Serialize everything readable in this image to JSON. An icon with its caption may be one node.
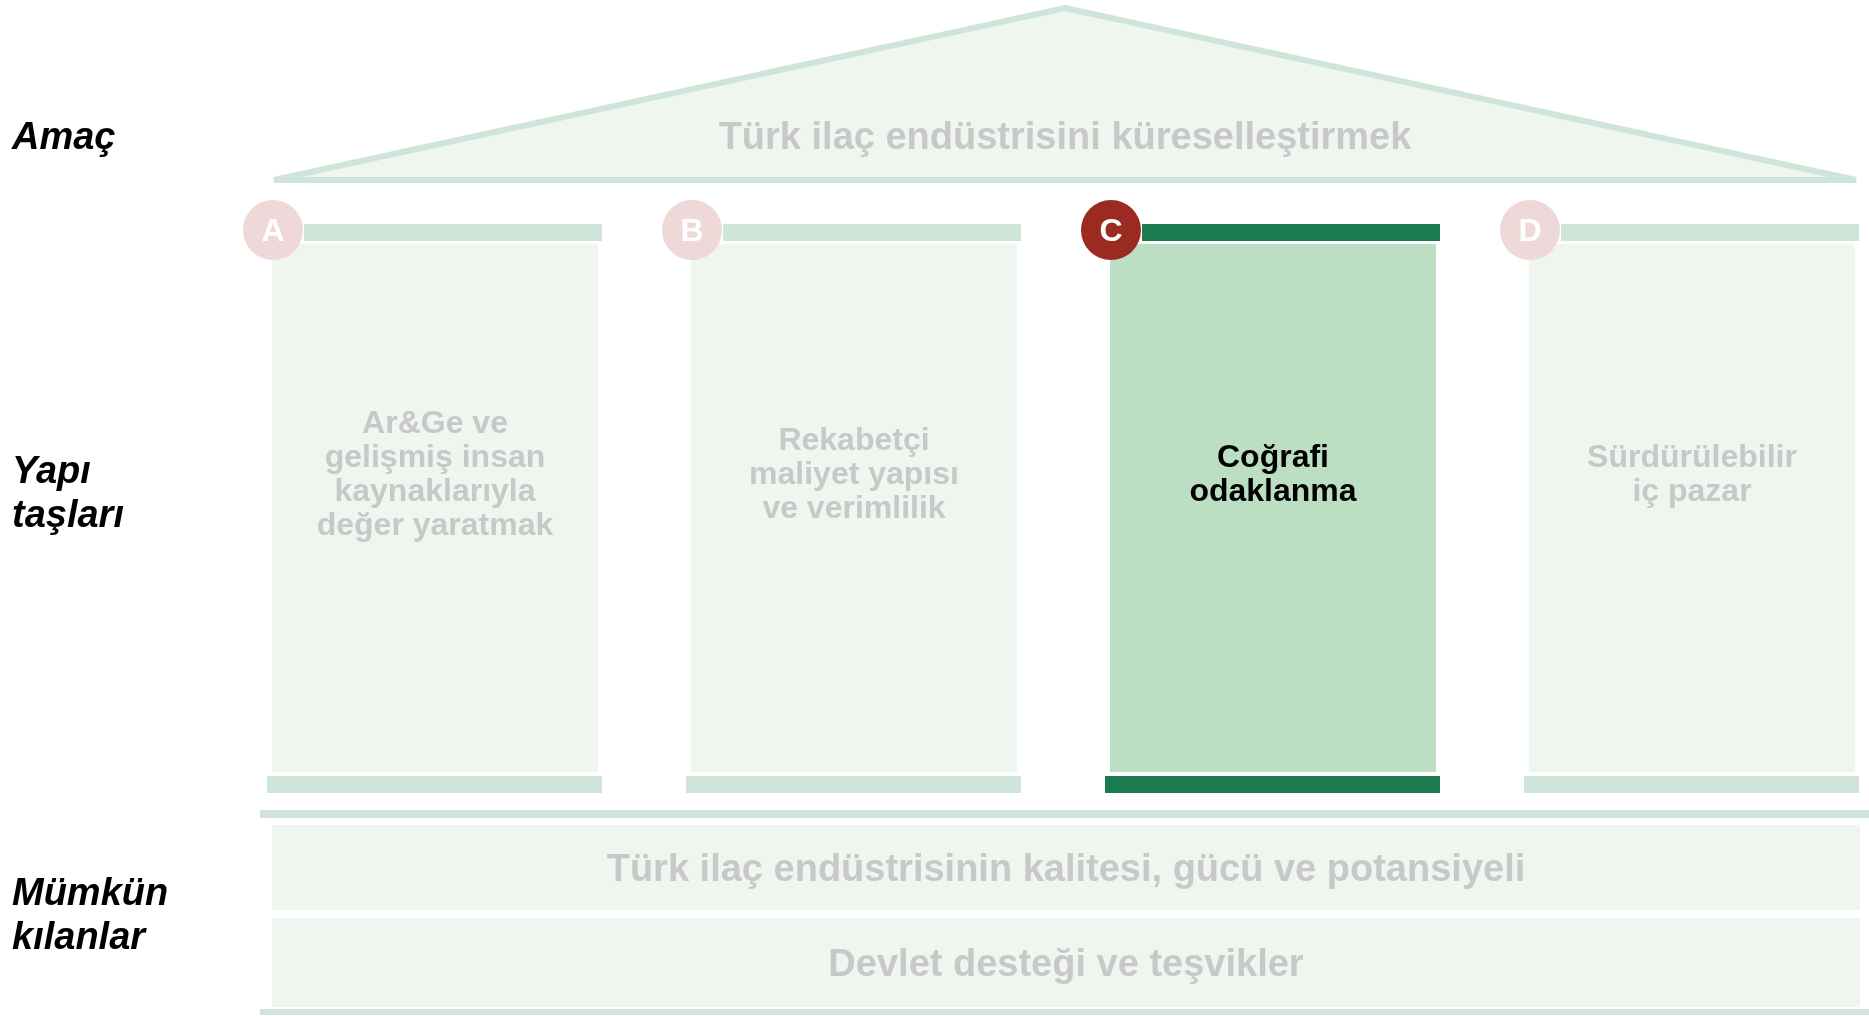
{
  "diagram": {
    "nodes": [
      {
        "text": [
          "Türk ilaç endüstrisini küreselleştirmek"
        ]
      },
      {
        "text": [
          "A"
        ]
      },
      {
        "text": [],
        "shape": "bar"
      },
      {
        "text": [
          "Ar&Ge ve gelişmiş insan kaynaklarıyla değer yaratmak"
        ]
      },
      {
        "text": [],
        "shape": "bar"
      },
      {
        "text": [
          "B"
        ]
      },
      {
        "text": [],
        "shape": "bar"
      },
      {
        "text": [
          "Rekabetçi maliyet yapısı ve verimlilik"
        ]
      },
      {
        "text": [],
        "shape": "bar"
      },
      {
        "text": [
          "C"
        ]
      },
      {
        "text": [],
        "shape": "bar"
      },
      {
        "text": [
          "Coğrafi odaklanma"
        ]
      },
      {
        "text": [],
        "shape": "bar"
      },
      {
        "text": [
          "D"
        ]
      },
      {
        "text": [],
        "shape": "bar"
      },
      {
        "text": [
          "Sürdürülebilir iç pazar"
        ]
      },
      {
        "text": [],
        "shape": "bar"
      },
      {
        "text": [
          "Türk ilaç endüstrisinin kalitesi, gücü ve potansiyeli"
        ]
      },
      {
        "text": [
          "Devlet desteği ve teşvikler"
        ]
      }
    ],
    "labels": [
      "Amaç",
      "Yapı taşları",
      "Mümkün kılanlar"
    ]
  }
}
